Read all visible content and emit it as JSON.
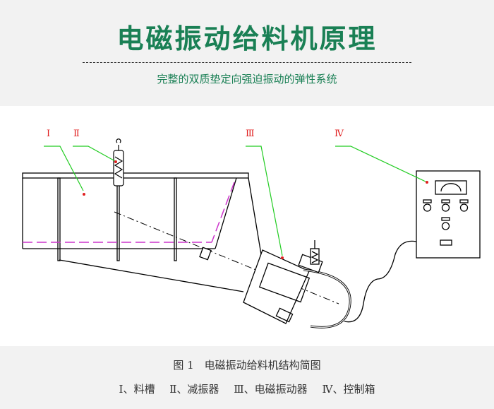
{
  "header": {
    "title": "电磁振动给料机原理",
    "subtitle": "完整的双质垫定向强迫振动的弹性系统"
  },
  "diagram": {
    "labels": [
      "Ⅰ",
      "Ⅱ",
      "Ⅲ",
      "Ⅳ"
    ],
    "colors": {
      "label": "#e02020",
      "leader": "#22cc22",
      "liner": "#cc33cc",
      "line": "#000000"
    }
  },
  "caption": {
    "figure": "图 1　电磁振动给料机结构简图",
    "legend": [
      "Ⅰ、料槽",
      "Ⅱ、减振器",
      "Ⅲ、电磁振动器",
      "Ⅳ、控制箱"
    ]
  }
}
